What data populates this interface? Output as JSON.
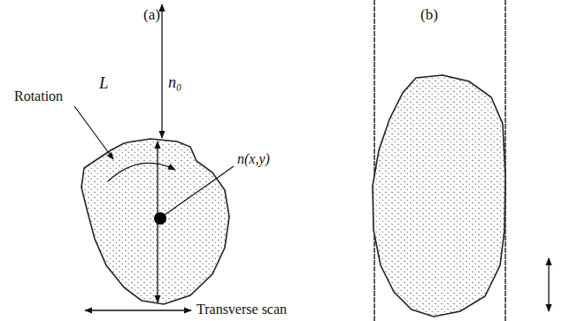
{
  "diagram": {
    "labels": [
      "(a)",
      "L",
      "n₀",
      "Rotation",
      "n(x,y)",
      "Transverse scan",
      "(b)"
    ]
  }
}
